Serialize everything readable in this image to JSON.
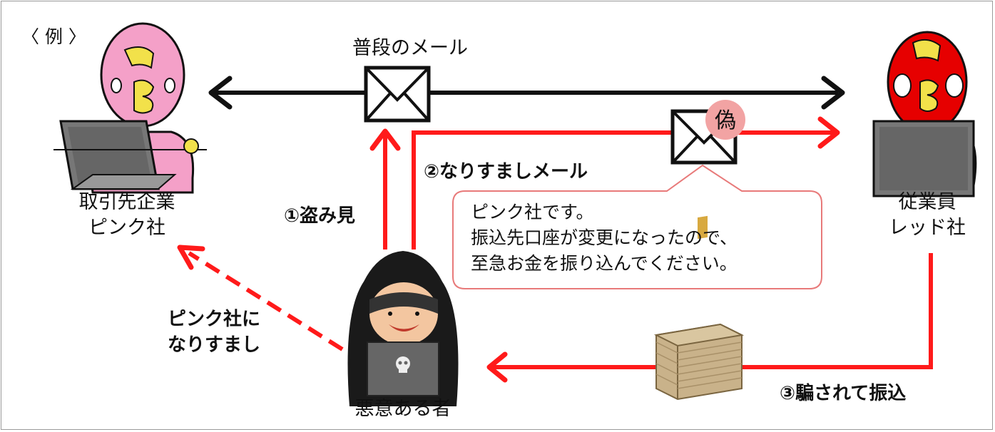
{
  "example_label": "〈 例 〉",
  "normal_mail_label": "普段のメール",
  "fake_badge": "偽",
  "steps": {
    "peek": "①盗み見",
    "spoof_mail": "②なりすましメール",
    "transfer": "③騙されて振込"
  },
  "pink_company": {
    "line1": "取引先企業",
    "line2": "ピンク社"
  },
  "red_company": {
    "line1": "従業員",
    "line2": "レッド社"
  },
  "attacker": "悪意ある者",
  "impersonate": {
    "line1": "ピンク社に",
    "line2": "なりすまし"
  },
  "callout": {
    "line1": "ピンク社です。",
    "line2": "振込先口座が変更になったので、",
    "line3": "至急お金を振り込んでください。"
  },
  "colors": {
    "red": "#ff1a1a",
    "black": "#111111",
    "pink_char": "#f4a0c8",
    "red_char": "#e60000",
    "callout_border": "#e87a7a",
    "fake_badge_bg": "#f2a3a3",
    "money": "#c9b28a"
  },
  "icons": [
    "envelope-icon",
    "money-bundle-icon",
    "hooded-hacker-icon",
    "laptop-icon",
    "skull-icon"
  ]
}
